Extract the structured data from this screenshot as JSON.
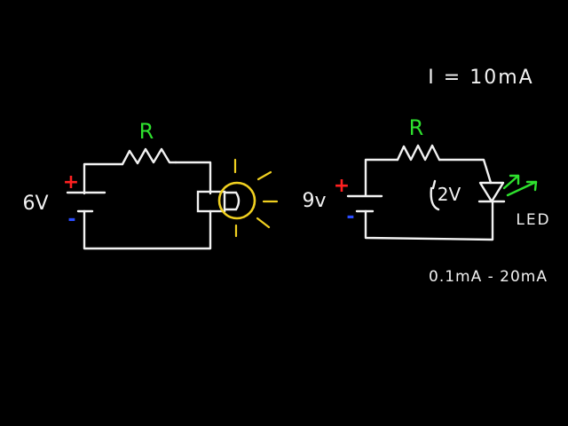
{
  "colors": {
    "background": "#000000",
    "wire": "#f2f2f2",
    "positive": "#ff2020",
    "negative": "#2a4cff",
    "resistor_label": "#2ee02e",
    "bulb": "#f0d020",
    "led_light": "#2ee02e"
  },
  "circuit1": {
    "battery_voltage": "6V",
    "plus": "+",
    "minus": "-",
    "resistor_label": "R"
  },
  "circuit2": {
    "battery_voltage": "9v",
    "plus": "+",
    "minus": "-",
    "resistor_label": "R",
    "voltage_drop": "2V",
    "led_label": "LED",
    "current_range": "0.1mA - 20mA"
  },
  "current_equation": "I = 10mA"
}
